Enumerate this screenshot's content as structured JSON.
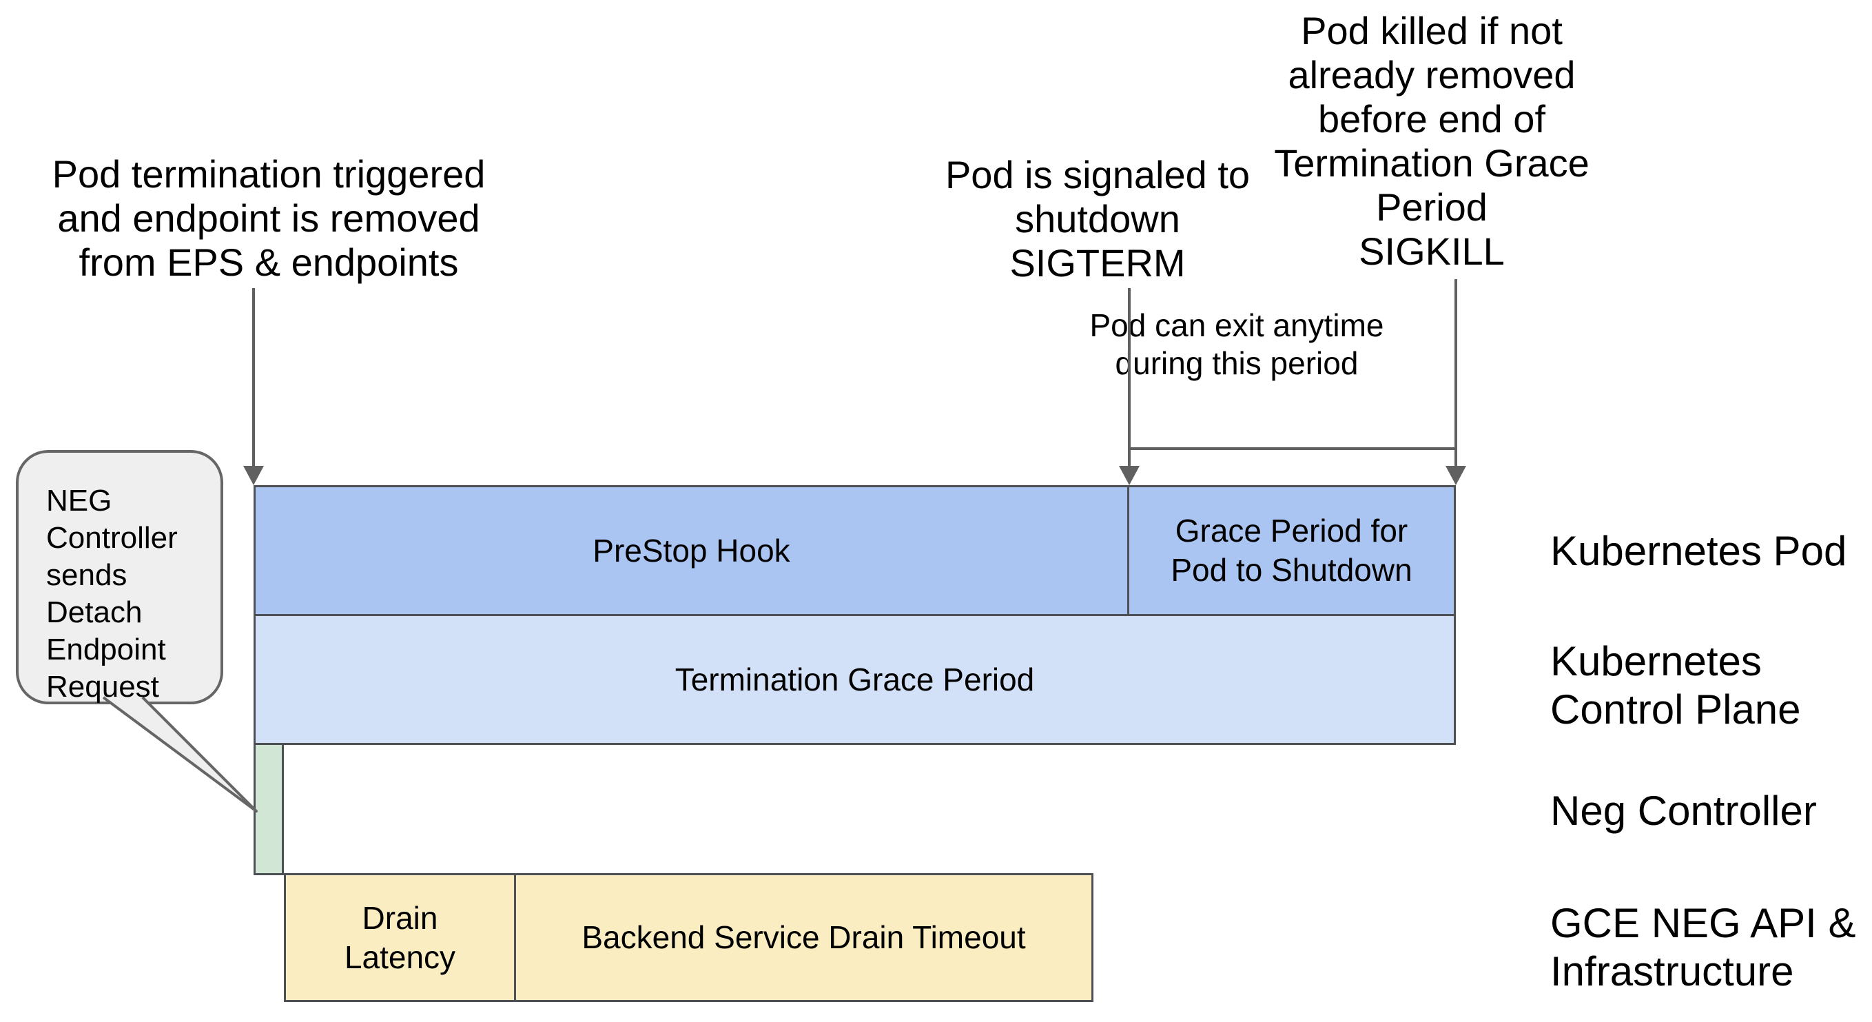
{
  "annotations": {
    "pod_termination": {
      "lines": [
        "Pod termination triggered",
        "and endpoint is removed",
        "from EPS & endpoints"
      ]
    },
    "pod_signaled": {
      "lines": [
        "Pod is signaled to",
        "shutdown",
        "SIGTERM"
      ]
    },
    "pod_killed": {
      "lines": [
        "Pod killed if not",
        "already removed",
        "before end of",
        "Termination Grace",
        "Period",
        "SIGKILL"
      ]
    },
    "pod_exit": {
      "lines": [
        "Pod can exit anytime",
        "during this period"
      ]
    }
  },
  "callout": {
    "lines": [
      "NEG",
      "Controller",
      "sends",
      "Detach",
      "Endpoint",
      "Request"
    ],
    "fill": "#efefef",
    "border": "#666666"
  },
  "bars": {
    "prestop": {
      "label": "PreStop Hook",
      "fill": "#abc5f2"
    },
    "grace": {
      "lines": [
        "Grace Period for",
        "Pod to Shutdown"
      ],
      "fill": "#abc5f2"
    },
    "tgp": {
      "label": "Termination Grace Period",
      "fill": "#d3e1f8"
    },
    "neg": {
      "fill": "#d1e6d4"
    },
    "drain": {
      "lines": [
        "Drain",
        "Latency"
      ],
      "fill": "#faedc1"
    },
    "backend": {
      "label": "Backend Service Drain Timeout",
      "fill": "#faedc1"
    }
  },
  "lanes": {
    "pod": "Kubernetes Pod",
    "control_plane": {
      "lines": [
        "Kubernetes",
        "Control Plane"
      ]
    },
    "neg": "Neg Controller",
    "gce": {
      "lines": [
        "GCE NEG API &",
        "Infrastructure"
      ]
    }
  },
  "colors": {
    "bar_border": "#4d5156",
    "arrow": "#606060",
    "text": "#000000",
    "background": "#ffffff"
  }
}
